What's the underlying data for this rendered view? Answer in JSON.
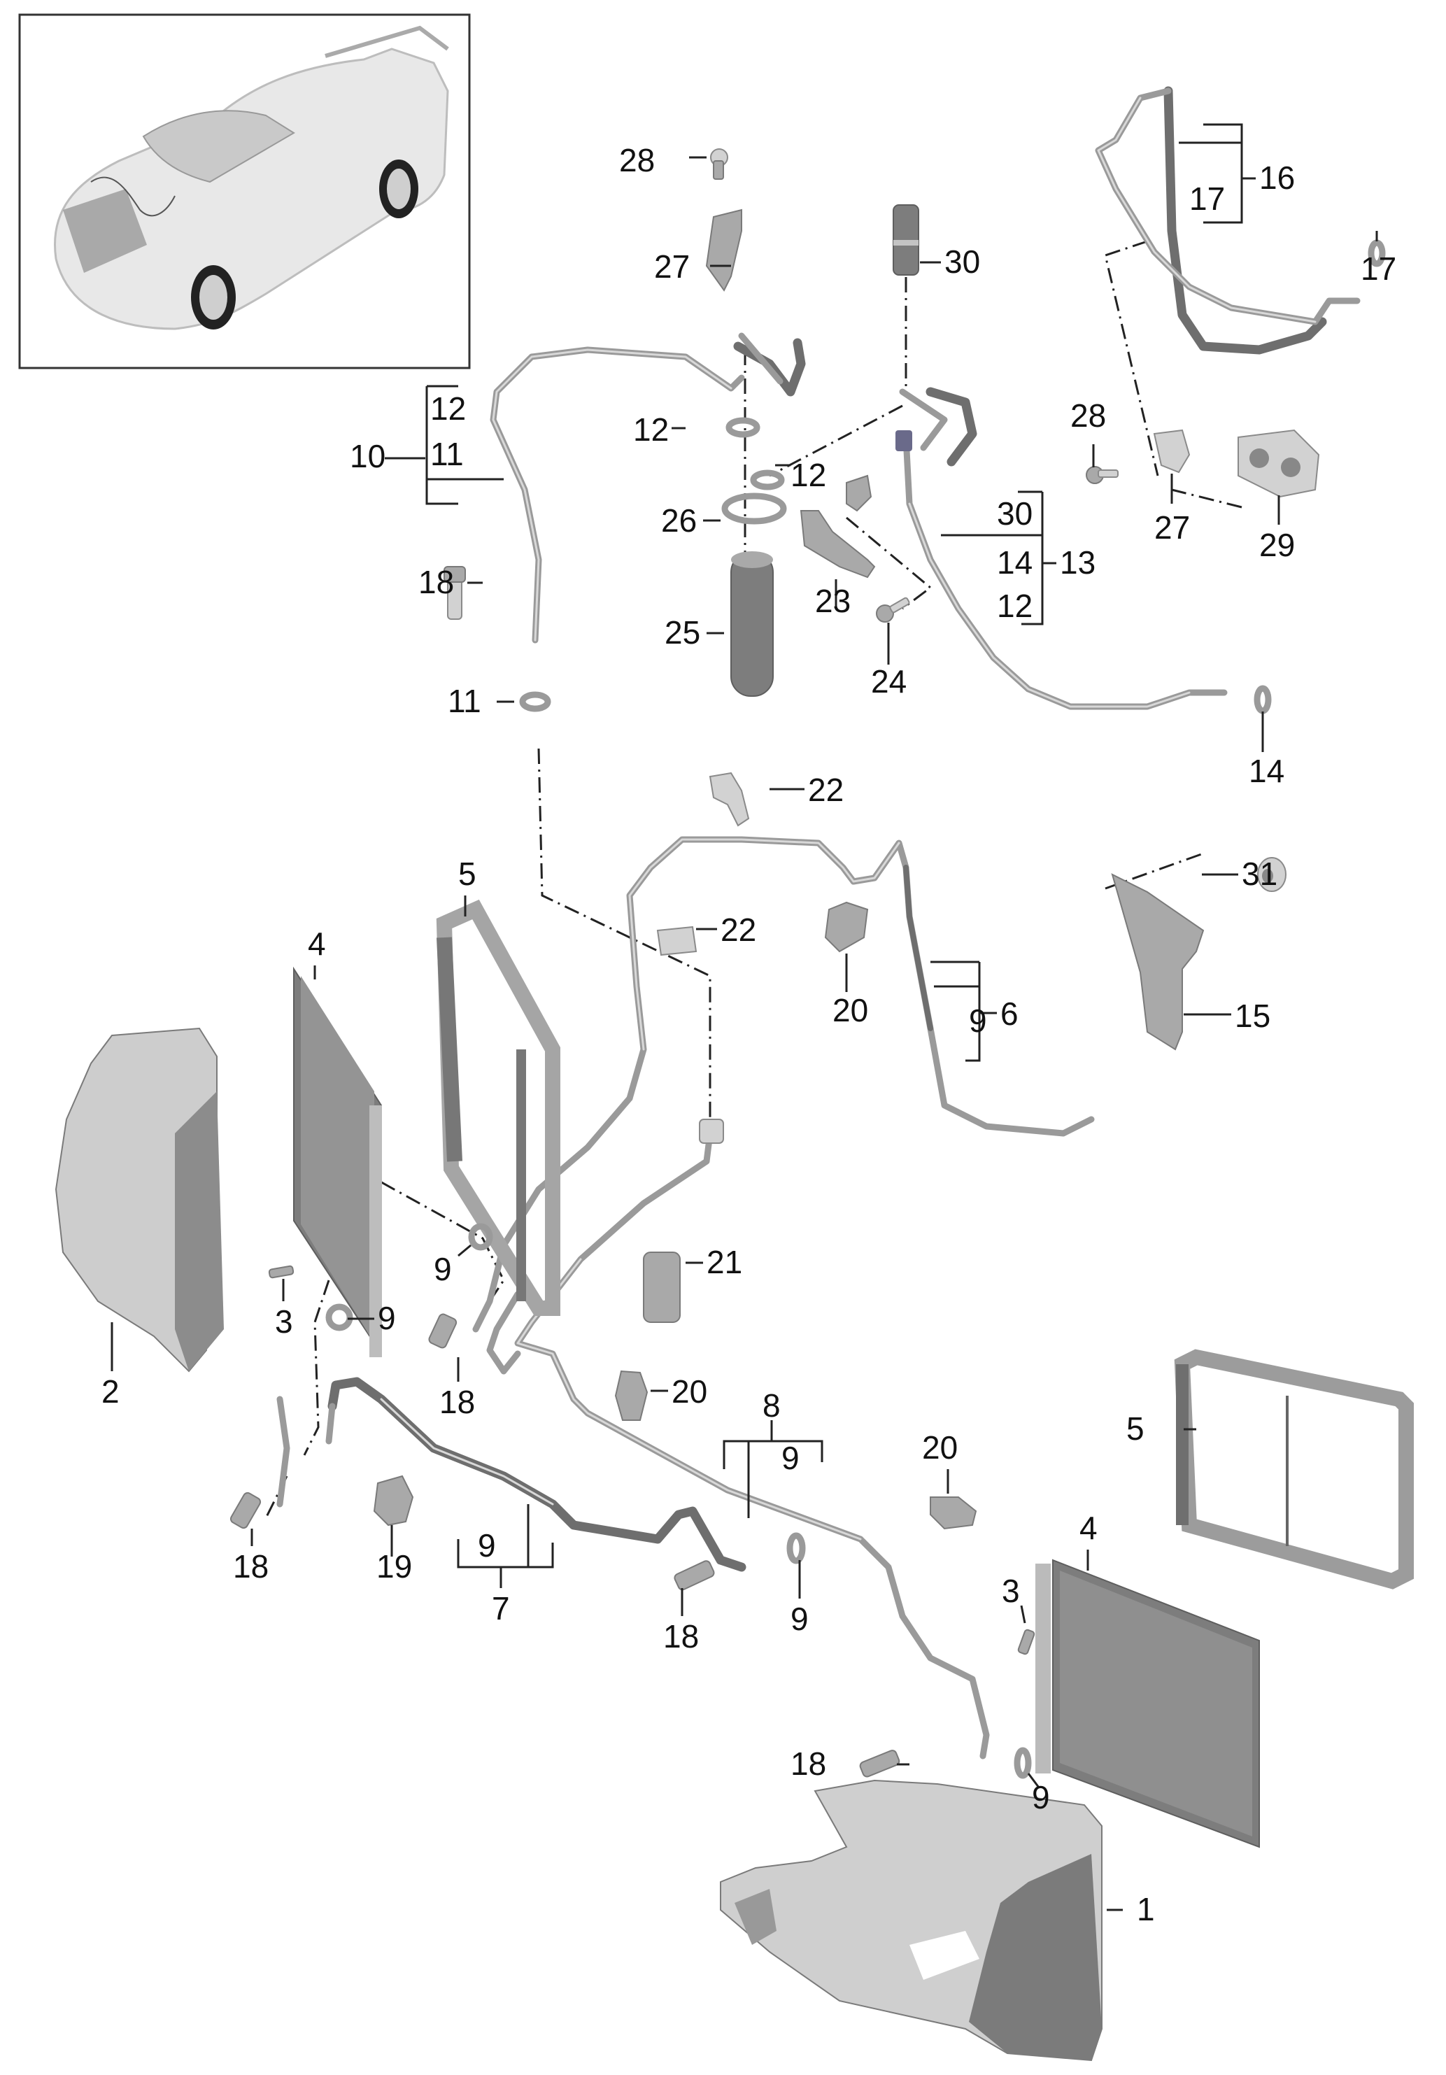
{
  "diagram": {
    "title": "Air conditioning condenser, refrigerant lines and dryer — exploded parts diagram",
    "thumbnail": {
      "subject": "vehicle-overview-car",
      "highlight": "front-end A/C system"
    },
    "colors": {
      "text": "#111111",
      "leader": "#222222",
      "part": "#a9a9a9",
      "part_dark": "#7d7d7d",
      "background": "#ffffff"
    }
  },
  "callouts": {
    "c1": "1",
    "c2": "2",
    "c3a": "3",
    "c3b": "3",
    "c4a": "4",
    "c4b": "4",
    "c5a": "5",
    "c5b": "5",
    "c6": "6",
    "c6_9": "9",
    "c7": "7",
    "c7_9": "9",
    "c8": "8",
    "c8_9": "9",
    "c9a": "9",
    "c9b": "9",
    "c9c": "9",
    "c9d": "9",
    "c10": "10",
    "c10_12": "12",
    "c10_11": "11",
    "c11": "11",
    "c12a": "12",
    "c12b": "12",
    "c13": "13",
    "c13_30": "30",
    "c13_14": "14",
    "c13_12": "12",
    "c14": "14",
    "c15": "15",
    "c16": "16",
    "c16_17": "17",
    "c17": "17",
    "c18a": "18",
    "c18b": "18",
    "c18c": "18",
    "c18d": "18",
    "c18e": "18",
    "c19": "19",
    "c20a": "20",
    "c20b": "20",
    "c20c": "20",
    "c21": "21",
    "c22a": "22",
    "c22b": "22",
    "c23": "23",
    "c24": "24",
    "c25": "25",
    "c26": "26",
    "c27a": "27",
    "c27b": "27",
    "c28a": "28",
    "c28b": "28",
    "c29": "29",
    "c30": "30",
    "c31": "31"
  }
}
